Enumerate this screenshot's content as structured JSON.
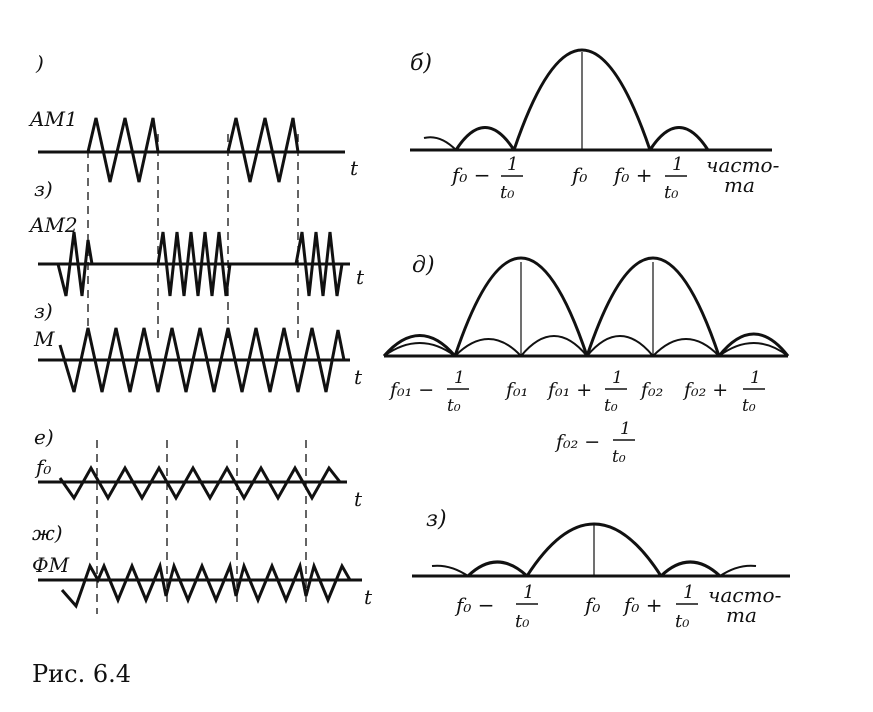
{
  "figure": {
    "caption": "Рис. 6.4",
    "panels": [
      {
        "id": "panel-a",
        "label": ")",
        "signal": "AM1",
        "axis": "t"
      },
      {
        "id": "panel-b",
        "label": "б)",
        "type": "spectrum",
        "x_labels": {
          "left": "f₀ −",
          "center": "f₀",
          "right": "f₀ +",
          "frac_num": "1",
          "frac_den": "t₀",
          "axis": "часто-",
          "axis2": "та"
        }
      },
      {
        "id": "panel-v",
        "label": "з)",
        "signal": "AM2",
        "axis": "t"
      },
      {
        "id": "panel-g",
        "label": "з)",
        "signal": "M",
        "axis": "t"
      },
      {
        "id": "panel-d",
        "label": "д)",
        "type": "spectrum",
        "x_labels": {
          "f01_left": "f₀₁ −",
          "f01": "f₀₁",
          "f01_right": "f₀₁ +",
          "f02": "f₀₂",
          "f02_right": "f₀₂ +",
          "f02_left": "f₀₂ −",
          "frac_num": "1",
          "frac_den": "t₀"
        }
      },
      {
        "id": "panel-e",
        "label": "е)",
        "signal": "f₀",
        "axis": "t"
      },
      {
        "id": "panel-zh",
        "label": "ж)",
        "signal": "ФМ",
        "axis": "t"
      },
      {
        "id": "panel-z",
        "label": "з)",
        "type": "spectrum",
        "x_labels": {
          "left": "f₀ −",
          "center": "f₀",
          "right": "f₀ +",
          "frac_num": "1",
          "frac_den": "t₀",
          "axis": "часто-",
          "axis2": "та"
        }
      }
    ]
  }
}
